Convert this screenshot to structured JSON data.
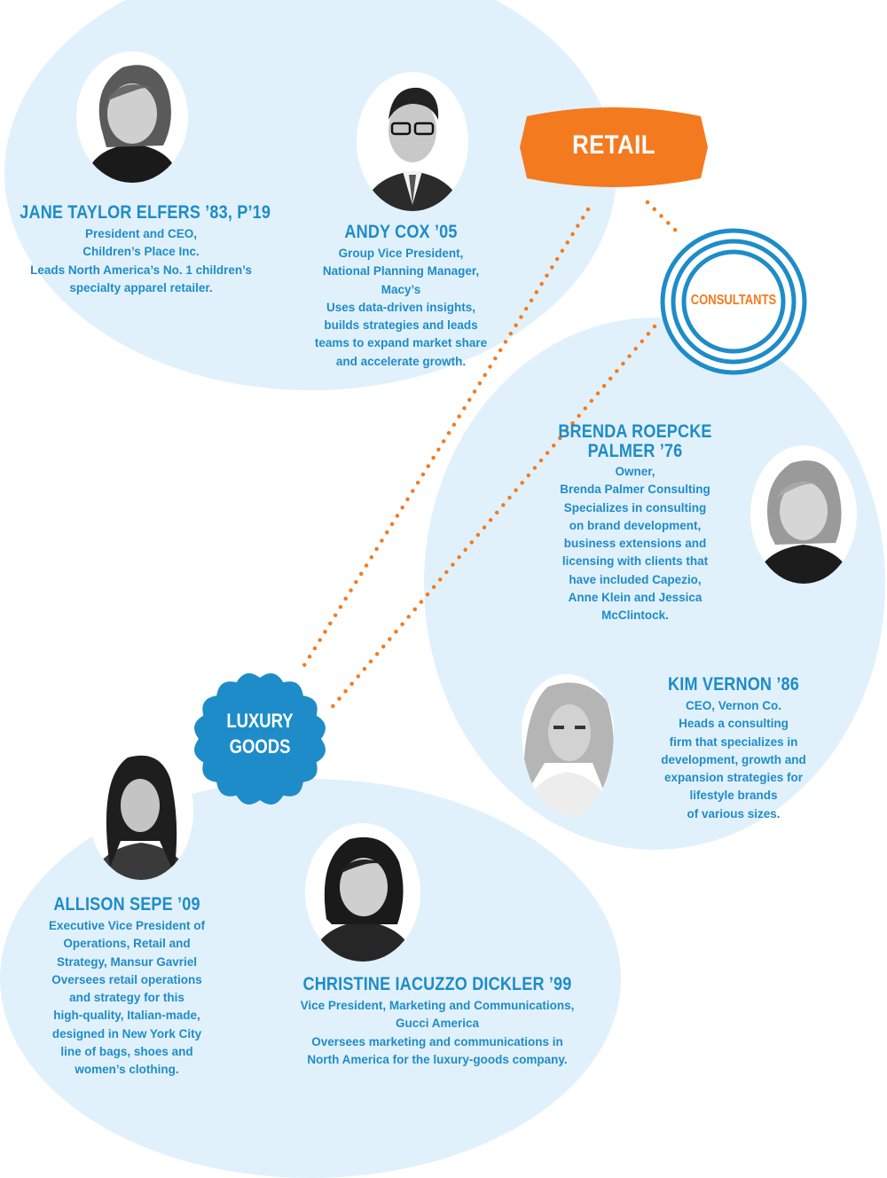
{
  "colors": {
    "blob": "#e1f1fb",
    "blue": "#1e8cc8",
    "orange": "#f47a1f"
  },
  "labels": {
    "retail": "RETAIL",
    "consultants": "CONSULTANTS",
    "luxury_line1": "LUXURY",
    "luxury_line2": "GOODS"
  },
  "people": {
    "jane": {
      "name": "JANE TAYLOR ELFERS ’83, P’19",
      "bio": [
        "President and CEO,",
        "Children’s Place Inc.",
        "Leads North America’s No. 1 children’s",
        "specialty apparel retailer."
      ]
    },
    "andy": {
      "name": "ANDY COX ’05",
      "bio": [
        "Group Vice President,",
        "National Planning Manager,",
        "Macy’s",
        "Uses data-driven insights,",
        "builds strategies and leads",
        "teams to expand market share",
        "and accelerate growth."
      ]
    },
    "brenda": {
      "name_line1": "BRENDA ROEPCKE",
      "name_line2": "PALMER ’76",
      "bio": [
        "Owner,",
        "Brenda Palmer Consulting",
        "Specializes in consulting",
        "on brand development,",
        "business extensions and",
        "licensing with clients that",
        "have included Capezio,",
        "Anne Klein and Jessica",
        "McClintock."
      ]
    },
    "kim": {
      "name": "KIM VERNON ’86",
      "bio": [
        "CEO, Vernon Co.",
        "Heads a consulting",
        "firm that specializes in",
        "development, growth and",
        "expansion strategies for",
        "lifestyle brands",
        "of various sizes."
      ]
    },
    "allison": {
      "name": "ALLISON SEPE ’09",
      "bio": [
        "Executive Vice President of",
        "Operations, Retail and",
        "Strategy, Mansur Gavriel",
        "Oversees retail operations",
        "and strategy for this",
        "high-quality, Italian-made,",
        "designed in New York City",
        "line of bags, shoes and",
        "women’s clothing."
      ]
    },
    "christine": {
      "name": "CHRISTINE IACUZZO DICKLER ’99",
      "bio": [
        "Vice President, Marketing and Communications,",
        "Gucci America",
        "Oversees marketing and communications in",
        "North America for the luxury-goods company."
      ]
    }
  }
}
